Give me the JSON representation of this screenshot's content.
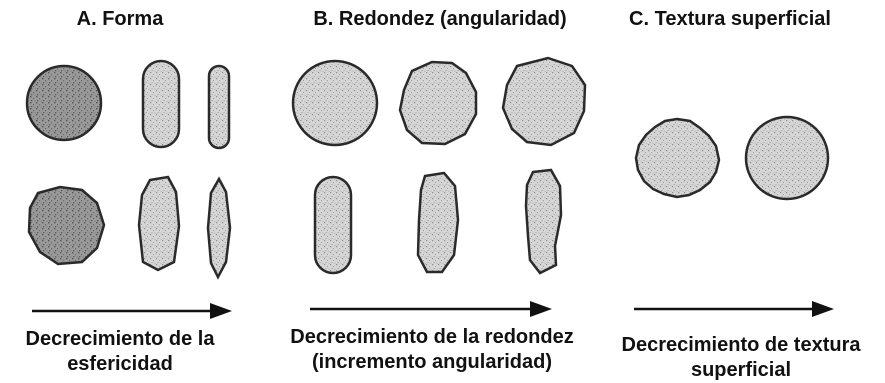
{
  "panels": {
    "a": {
      "title": "A. Forma",
      "caption_line1": "Decrecimiento de la",
      "caption_line2": "esfericidad"
    },
    "b": {
      "title": "B. Redondez (angularidad)",
      "caption_line1": "Decrecimiento de la redondez",
      "caption_line2": "(incremento angularidad)"
    },
    "c": {
      "title": "C. Textura superficial",
      "caption_line1": "Decrecimiento de textura",
      "caption_line2": "superficial"
    }
  },
  "colors": {
    "outline": "#2a2a2a",
    "grain_dark": "#7d7d7d",
    "grain_light": "#c9c9c9",
    "arrow": "#111111"
  }
}
